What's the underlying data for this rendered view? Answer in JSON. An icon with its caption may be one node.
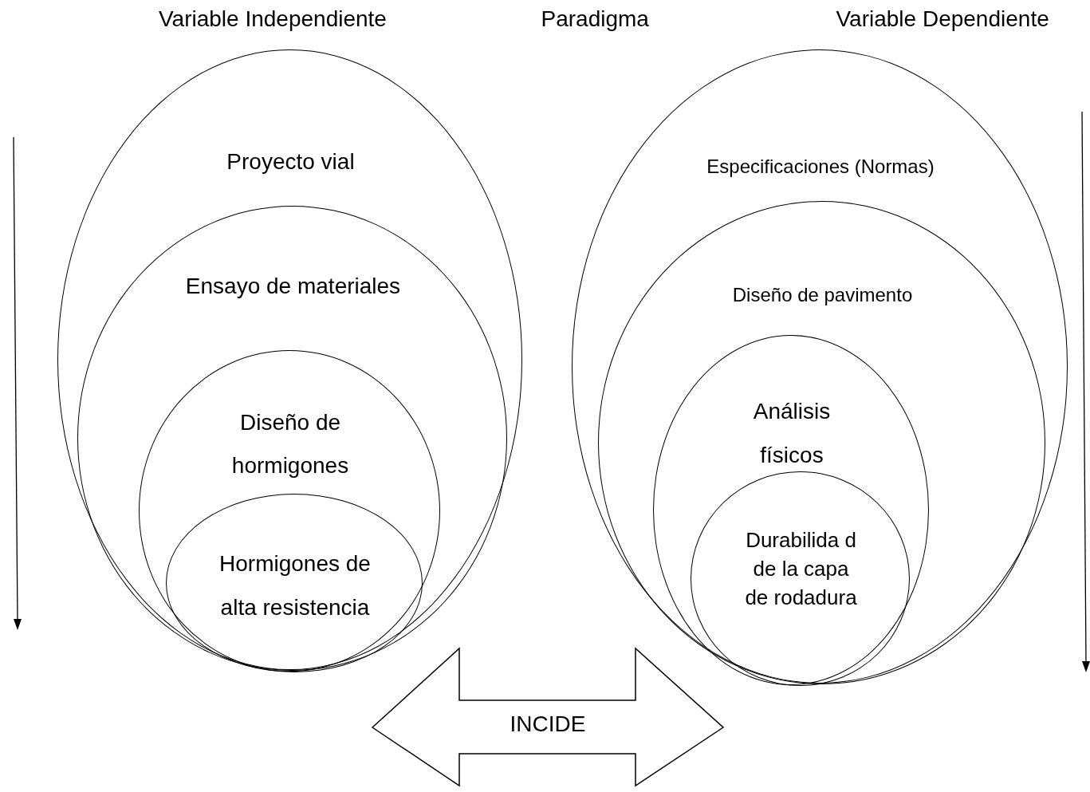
{
  "diagram": {
    "nodes": [
      {
        "text": [
          "Proyecto vial"
        ]
      },
      {
        "text": [
          "Ensayo de materiales"
        ],
        "in": 0
      },
      {
        "text": [
          "Diseño de hormigones"
        ],
        "in": 1
      },
      {
        "text": [
          "Hormigones de alta resistencia"
        ],
        "in": 2
      },
      {
        "text": [
          "Especificaciones  (Normas)"
        ]
      },
      {
        "text": [
          "Diseño de pavimento"
        ],
        "in": 4
      },
      {
        "text": [
          "Análisis físicos"
        ],
        "in": 5
      },
      {
        "text": [
          "Durabilida d de la capa de rodadura"
        ],
        "in": 6
      },
      {
        "text": [
          "INCIDE"
        ]
      }
    ],
    "edges": [],
    "labels": [
      "Variable Independiente",
      "Paradigma",
      "Variable Dependiente"
    ]
  }
}
